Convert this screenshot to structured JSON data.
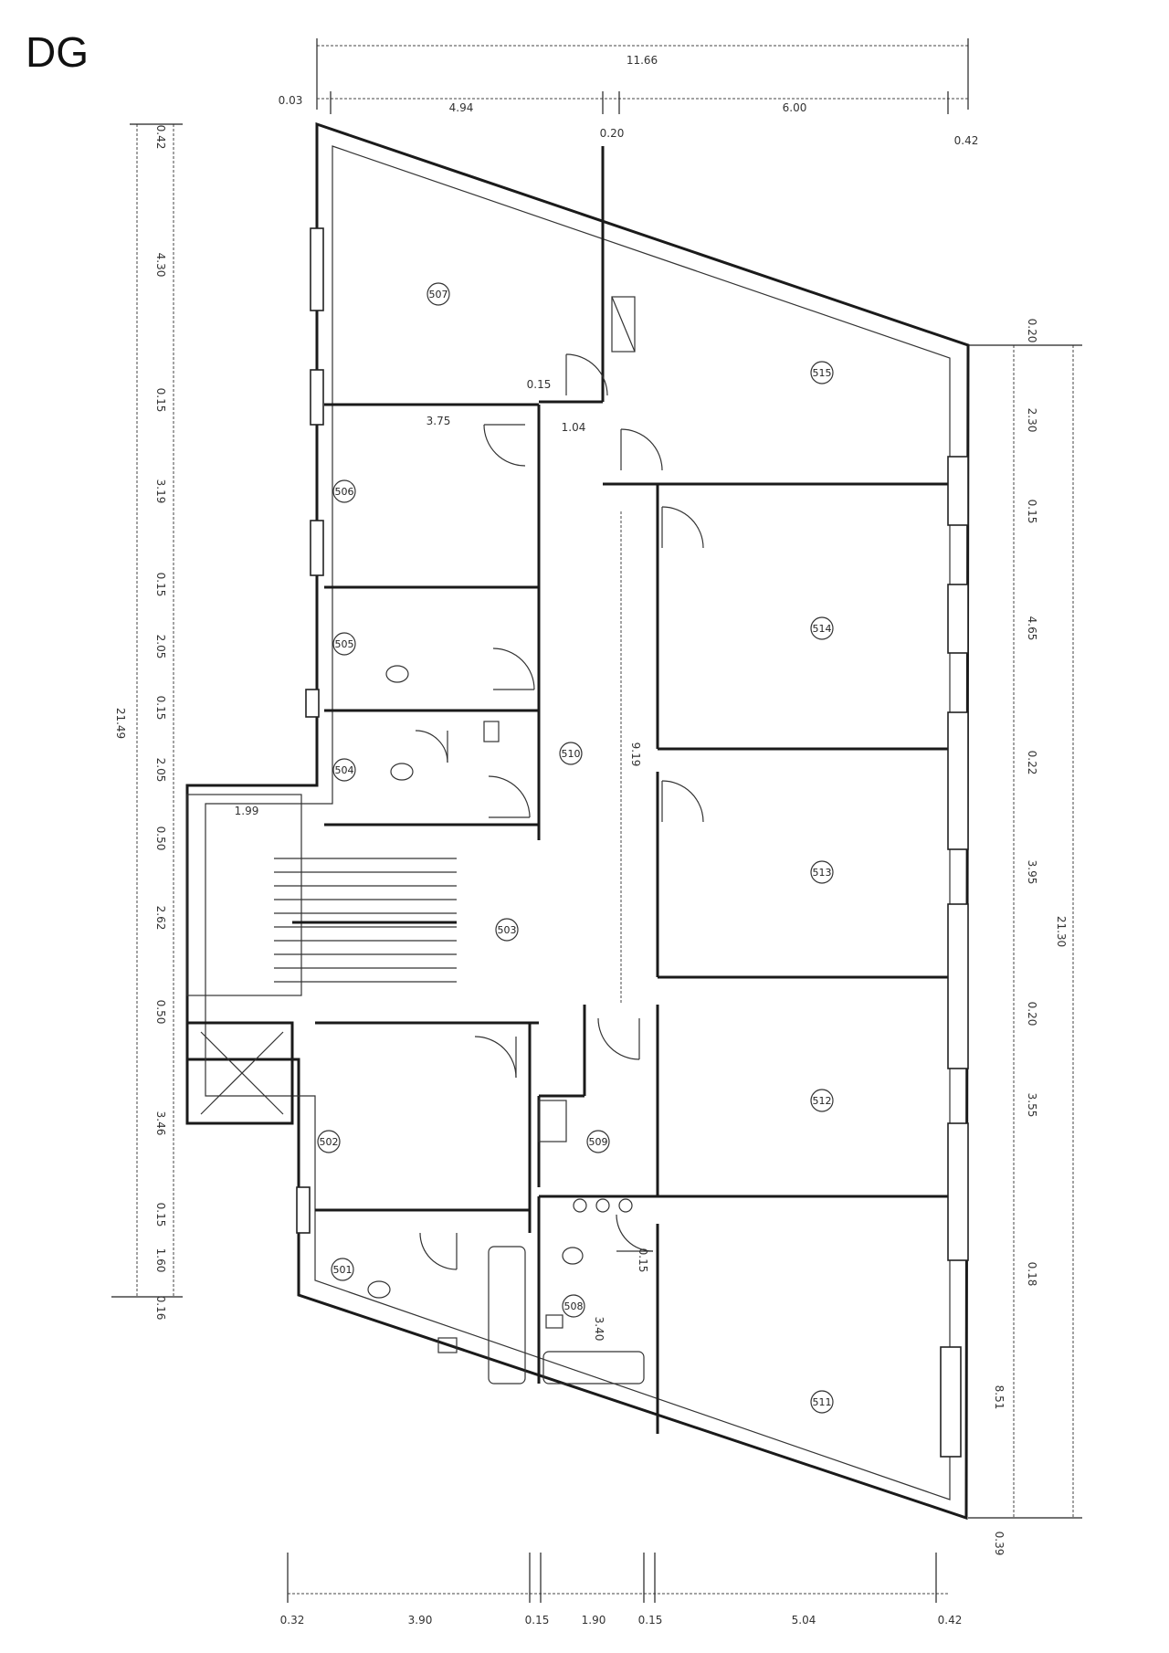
{
  "title": "DG",
  "rooms": [
    "501",
    "502",
    "503",
    "504",
    "505",
    "506",
    "507",
    "508",
    "509",
    "510",
    "511",
    "512",
    "513",
    "514",
    "515"
  ],
  "dims": {
    "top_total": "11.66",
    "top": [
      "0.03",
      "4.94",
      "0.20",
      "6.00",
      "0.42"
    ],
    "left_total": "21.49",
    "left": [
      "0.42",
      "4.30",
      "0.15",
      "3.19",
      "0.15",
      "2.05",
      "0.15",
      "2.05",
      "0.50",
      "2.62",
      "0.50",
      "3.46",
      "0.15",
      "1.60",
      "0.16"
    ],
    "right_total": "21.30",
    "right": [
      "0.20",
      "2.30",
      "0.15",
      "4.65",
      "0.22",
      "3.95",
      "0.20",
      "3.55",
      "0.18",
      "8.51",
      "0.39"
    ],
    "bottom": [
      "0.32",
      "3.90",
      "0.15",
      "1.90",
      "0.15",
      "5.04",
      "0.42"
    ],
    "inner": [
      "9.19",
      "1.04",
      "0.15",
      "3.75",
      "1.99",
      "3.40",
      "0.15"
    ]
  }
}
